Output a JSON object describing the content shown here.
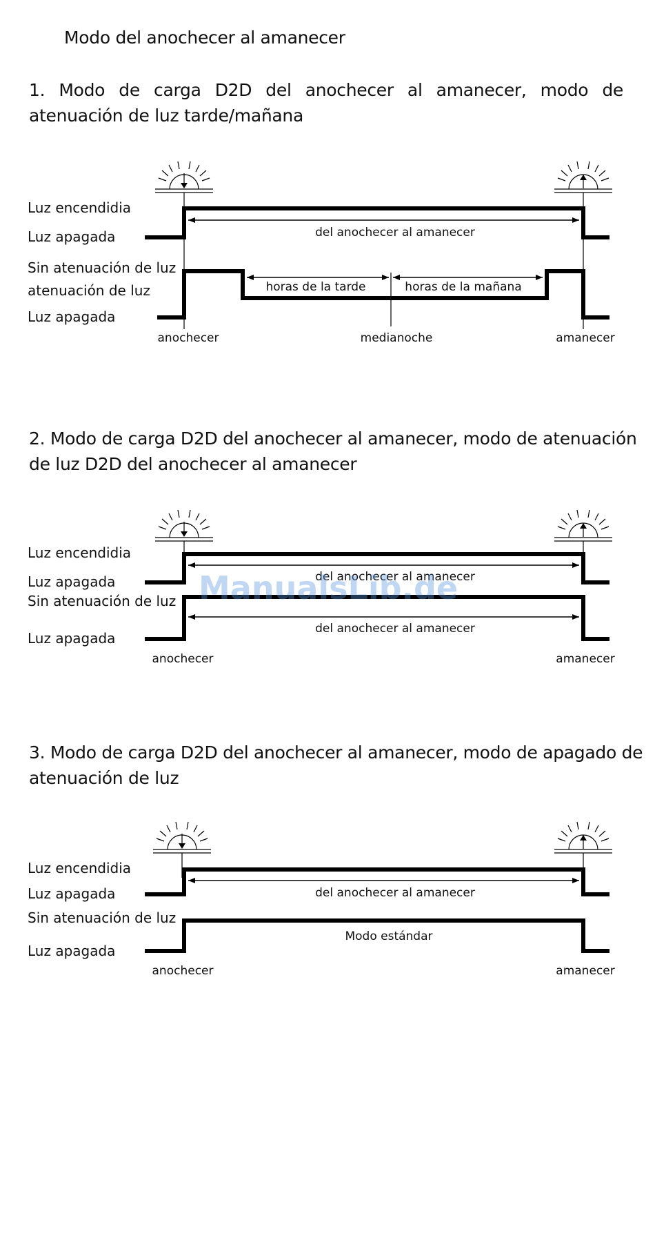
{
  "page_title": "Modo del anochecer al amanecer",
  "sections": [
    {
      "title": "1. Modo de carga D2D del anochecer al amanecer, modo de atenuación de luz tarde/mañana",
      "labels": {
        "row1_on": "Luz encendidia",
        "row1_off": "Luz apagada",
        "row2_on": "Sin atenuación de luz",
        "row2_mid": "atenuación de luz",
        "row2_off": "Luz apagada"
      },
      "span_label": "del anochecer al amanecer",
      "evening_label": "horas de la tarde",
      "morning_label": "horas de la mañana",
      "markers": {
        "dusk": "anochecer",
        "midnight": "medianoche",
        "dawn": "amanecer"
      }
    },
    {
      "title": "2. Modo de carga D2D del anochecer al amanecer, modo de atenuación de luz D2D del anochecer al amanecer",
      "labels": {
        "row1_on": "Luz encendidia",
        "row1_off": "Luz apagada",
        "row2_on": "Sin atenuación de luz",
        "row2_off": "Luz apagada"
      },
      "span_label_top": "del anochecer al amanecer",
      "span_label_bottom": "del anochecer al amanecer",
      "markers": {
        "dusk": "anochecer",
        "dawn": "amanecer"
      }
    },
    {
      "title": "3. Modo de carga D2D del anochecer al amanecer, modo de apagado de atenuación de luz",
      "labels": {
        "row1_on": "Luz encendidia",
        "row1_off": "Luz apagada",
        "row2_on": "Sin atenuación de luz",
        "row2_off": "Luz apagada"
      },
      "span_label": "del anochecer al amanecer",
      "mode_label": "Modo estándar",
      "markers": {
        "dusk": "anochecer",
        "dawn": "amanecer"
      }
    }
  ],
  "icons": {
    "sunset": "sunset-icon",
    "sunrise": "sunrise-icon"
  },
  "watermark": "ManualsLib.de"
}
